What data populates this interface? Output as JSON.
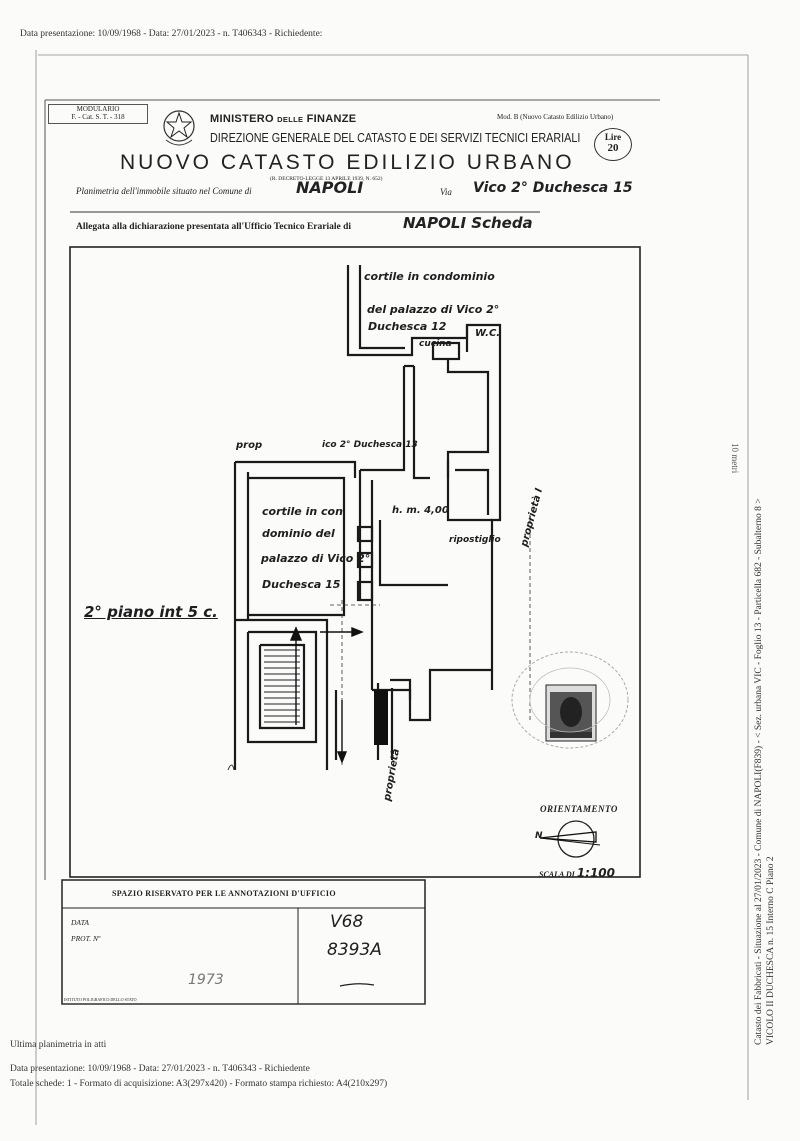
{
  "header": {
    "presentation_line": "Data presentazione: 10/09/1968 - Data: 27/01/2023 - n. T406343 - Richiedente:"
  },
  "form": {
    "modulario": "MODULARIO",
    "modulario_code": "F. - Cat. S. T. - 318",
    "ministero_a": "MINISTERO",
    "ministero_b": "DELLE",
    "ministero_c": "FINANZE",
    "mod_b": "Mod. B (Nuovo Catasto Edilizio Urbano)",
    "direzione": "DIREZIONE GENERALE DEL CATASTO E DEI SERVIZI TECNICI ERARIALI",
    "title": "NUOVO CATASTO EDILIZIO URBANO",
    "lire": "Lire",
    "lire_value": "20",
    "decreto": "(R. DECRETO-LEGGE 13 APRILE 1939, N. 652)",
    "planimetria_label": "Planimetria dell'immobile situato nel Comune di",
    "comune": "NAPOLI",
    "via_label": "Via",
    "via_value": "Vico 2° Duchesca 15",
    "allegata_label": "Allegata alla dichiarazione presentata all'Ufficio Tecnico Erariale di",
    "ufficio_value": "NAPOLI Scheda"
  },
  "plan_labels": {
    "cortile_top_1": "cortile in condominio",
    "cortile_top_2": "del palazzo di Vico 2°",
    "cortile_top_3": "Duchesca 12",
    "cucina": "cucina",
    "wc": "W.C.",
    "prop_left": "prop",
    "vico_label": "ico 2° Duchesca 13",
    "cortile_mid_1": "cortile in con",
    "cortile_mid_2": "dominio del",
    "cortile_mid_3": "palazzo di Vico 2°",
    "cortile_mid_4": "Duchesca 15",
    "height": "h. m. 4,00",
    "ripostiglio": "ripostiglio",
    "proprieta_right": "proprietà I",
    "piano": "2° piano int 5 c.",
    "proprieta_bottom": "proprietà"
  },
  "orientation": {
    "label": "ORIENTAMENTO",
    "north": "N",
    "scale_label": "SCALA DI",
    "scale_value": "1:100"
  },
  "annotations": {
    "title": "SPAZIO RISERVATO PER LE ANNOTAZIONI D'UFFICIO",
    "data_label": "DATA",
    "prot_label": "PROT. Nº",
    "code_1": "V68",
    "code_2": "8393A",
    "hand_note": "1973",
    "stamp_text": "ISTITUTO POLIGRAFICO DELLO STATO"
  },
  "footer": {
    "line1": "Ultima planimetria in atti",
    "line2": "Data presentazione: 10/09/1968 - Data: 27/01/2023 - n. T406343 - Richiedente",
    "line3": "Totale schede: 1 - Formato di acquisizione: A3(297x420)  - Formato stampa richiesto: A4(210x297)"
  },
  "side": {
    "line1": "Catasto dei Fabbricati - Situazione al 27/01/2023 - Comune di NAPOLI(F839) - < Sez. urbana VIC - Foglio 13 - Particella 682 - Subalterno 8 >",
    "line2": "VICOLO II DUCHESCA n. 15 Interno C Piano 2",
    "mirror": "10 metri"
  },
  "colors": {
    "ink": "#222222",
    "paper": "#fbfbf9"
  }
}
